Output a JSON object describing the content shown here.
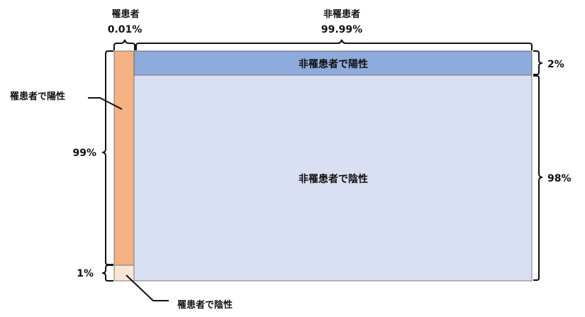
{
  "top": {
    "sick_label": "罹患者",
    "sick_pct": "0.01%",
    "healthy_label": "非罹患者",
    "healthy_pct": "99.99%"
  },
  "left": {
    "positive_pct": "99%",
    "negative_pct": "1%",
    "sick_positive": "罹患者で陽性",
    "sick_negative": "罹患者で陰性"
  },
  "right": {
    "positive_pct": "2%",
    "negative_pct": "98%"
  },
  "regions": {
    "healthy_positive": "非罹患者で陽性",
    "healthy_negative": "非罹患者で陰性"
  },
  "colors": {
    "sick_positive": "#F4B183",
    "sick_negative": "#FBE5D6",
    "healthy_positive": "#8FAADC",
    "healthy_negative": "#DAE0F3"
  }
}
